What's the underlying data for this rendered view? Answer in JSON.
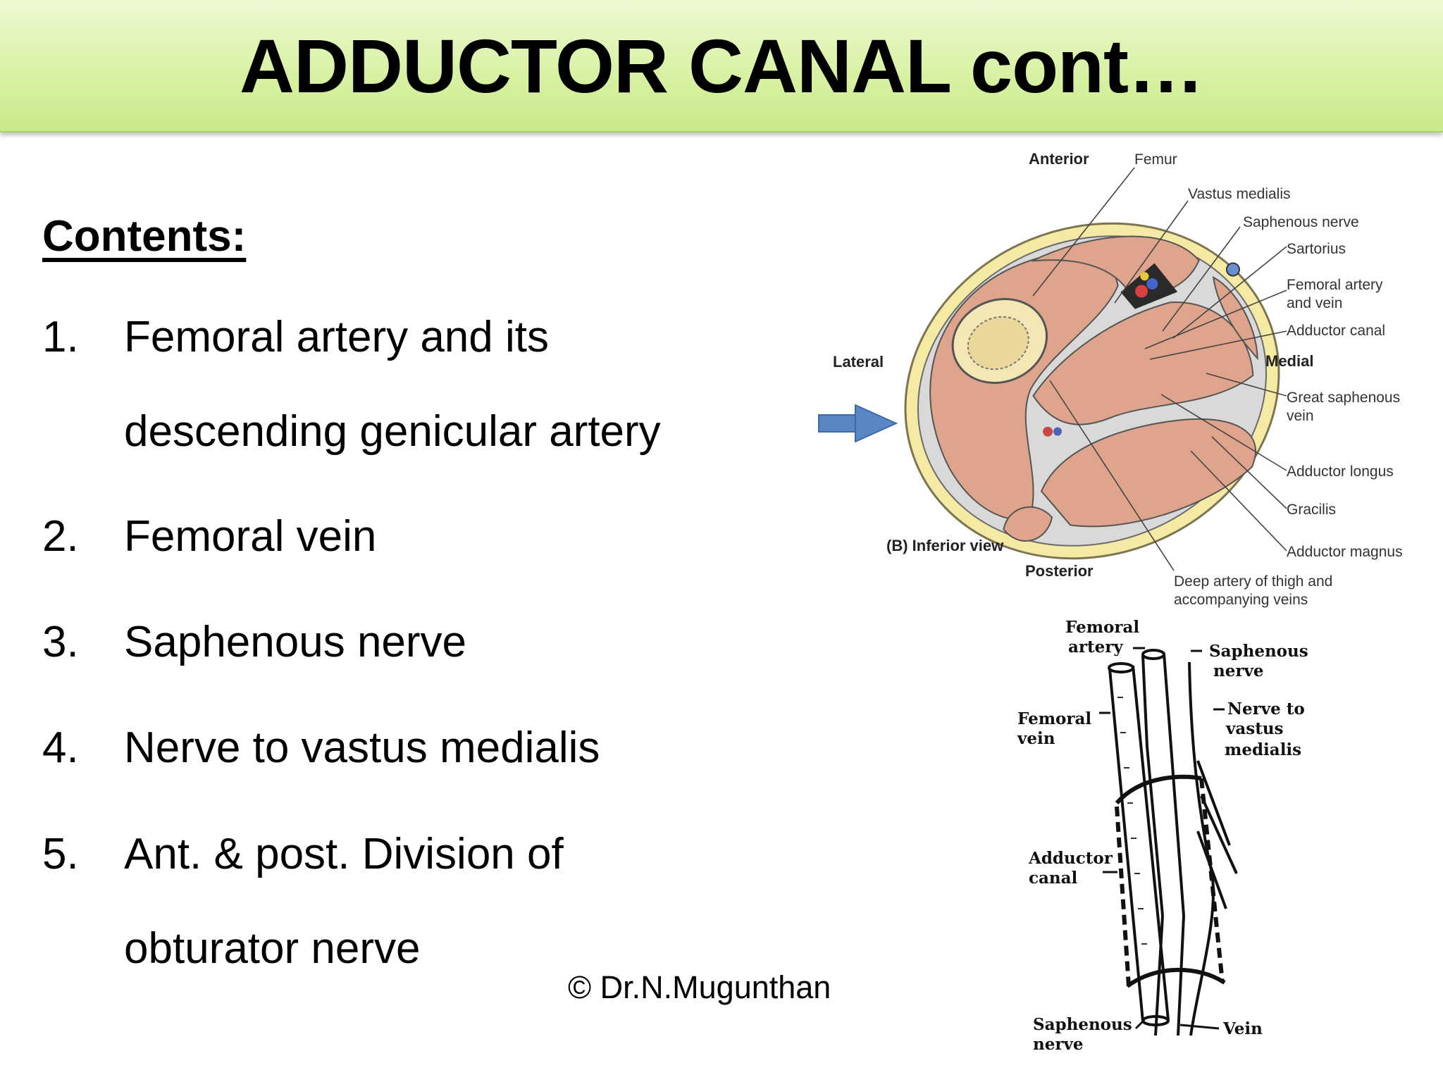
{
  "slide": {
    "title": "ADDUCTOR CANAL cont…",
    "contents_heading": "Contents:",
    "items": [
      {
        "num": "1.",
        "line1": "Femoral artery and its",
        "line2": "descending genicular artery"
      },
      {
        "num": "2.",
        "line1": "Femoral vein"
      },
      {
        "num": "3.",
        "line1": "Saphenous nerve"
      },
      {
        "num": "4.",
        "line1": "Nerve to vastus medialis"
      },
      {
        "num": "5.",
        "line1": "Ant. & post. Division of",
        "line2": "obturator nerve"
      }
    ],
    "copyright": "© Dr.N.Mugunthan"
  },
  "cross_section": {
    "labels": {
      "anterior": "Anterior",
      "femur": "Femur",
      "vastus_medialis": "Vastus medialis",
      "saphenous_nerve": "Saphenous nerve",
      "sartorius": "Sartorius",
      "femoral_artery_1": "Femoral artery",
      "femoral_artery_2": "and vein",
      "adductor_canal": "Adductor canal",
      "medial": "Medial",
      "lateral": "Lateral",
      "great_saphenous_1": "Great saphenous",
      "great_saphenous_2": "vein",
      "adductor_longus": "Adductor longus",
      "gracilis": "Gracilis",
      "adductor_magnus": "Adductor magnus",
      "inferior_view": "(B) Inferior view",
      "posterior": "Posterior",
      "deep_artery_1": "Deep artery of thigh and",
      "deep_artery_2": "accompanying veins"
    }
  },
  "canal_drawing": {
    "labels": {
      "femoral_artery_1": "Femoral",
      "femoral_artery_2": "artery",
      "saphenous_nerve_top_1": "Saphenous",
      "saphenous_nerve_top_2": "nerve",
      "femoral_vein_1": "Femoral",
      "femoral_vein_2": "vein",
      "nerve_to_vastus_1": "Nerve to",
      "nerve_to_vastus_2": "vastus",
      "nerve_to_vastus_3": "medialis",
      "adductor_canal_1": "Adductor",
      "adductor_canal_2": "canal",
      "saphenous_nerve_bottom_1": "Saphenous",
      "saphenous_nerve_bottom_2": "nerve",
      "vein": "Vein"
    }
  },
  "colors": {
    "title_bar": "#d9f2a6",
    "muscle": "#dfa48c",
    "fascia_ring": "#f5eaa3",
    "arrow": "#5b86c4"
  }
}
